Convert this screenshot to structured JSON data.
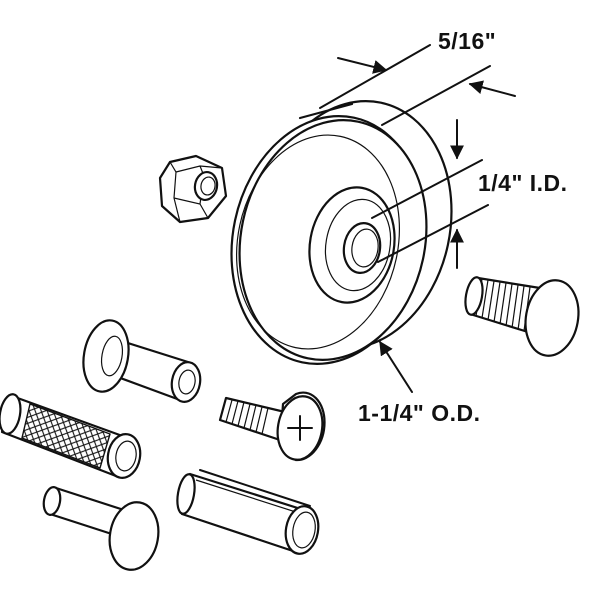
{
  "diagram": {
    "labels": {
      "width": "5/16\"",
      "inner_diameter": "1/4\" I.D.",
      "outer_diameter": "1-1/4\" O.D."
    },
    "parts": [
      "roller-wheel",
      "hex-nut",
      "threaded-screw-cap",
      "threaded-barrel-post",
      "phillips-screw",
      "knurled-pin",
      "rivet",
      "split-sleeve"
    ]
  }
}
